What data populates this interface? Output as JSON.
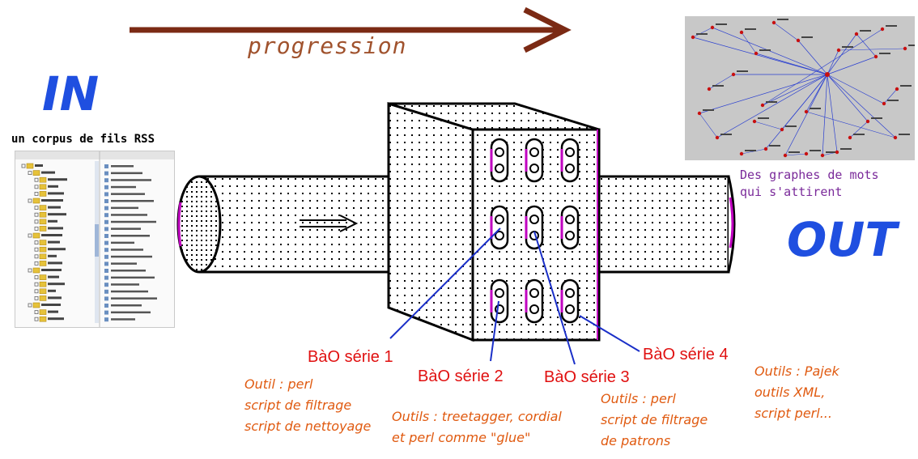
{
  "progression": {
    "label": "progression",
    "arrow_color": "#7b2a14"
  },
  "in_section": {
    "title": "IN",
    "subtitle": "un corpus de fils RSS",
    "title_color": "#1f4fe0"
  },
  "out_section": {
    "title": "OUT",
    "caption_line1": "Des graphes de mots",
    "caption_line2": "qui s'attirent",
    "caption_color": "#7a2a9a"
  },
  "series": [
    {
      "label": "BàO série 1",
      "tools": [
        "Outil : perl",
        "script de filtrage",
        "script de nettoyage"
      ]
    },
    {
      "label": "BàO série 2",
      "tools": [
        "Outils : treetagger, cordial",
        "et perl comme \"glue\""
      ]
    },
    {
      "label": "BàO série 3",
      "tools": [
        "Outils : perl",
        "script de filtrage",
        "de patrons"
      ]
    },
    {
      "label": "BàO série 4",
      "tools": [
        "Outils : Pajek",
        "outils XML,",
        "script perl..."
      ]
    }
  ],
  "colors": {
    "serie_label": "#e01010",
    "tools_text": "#e05a10",
    "leader_line": "#1a2fc8",
    "accent_magenta": "#c000c0"
  }
}
